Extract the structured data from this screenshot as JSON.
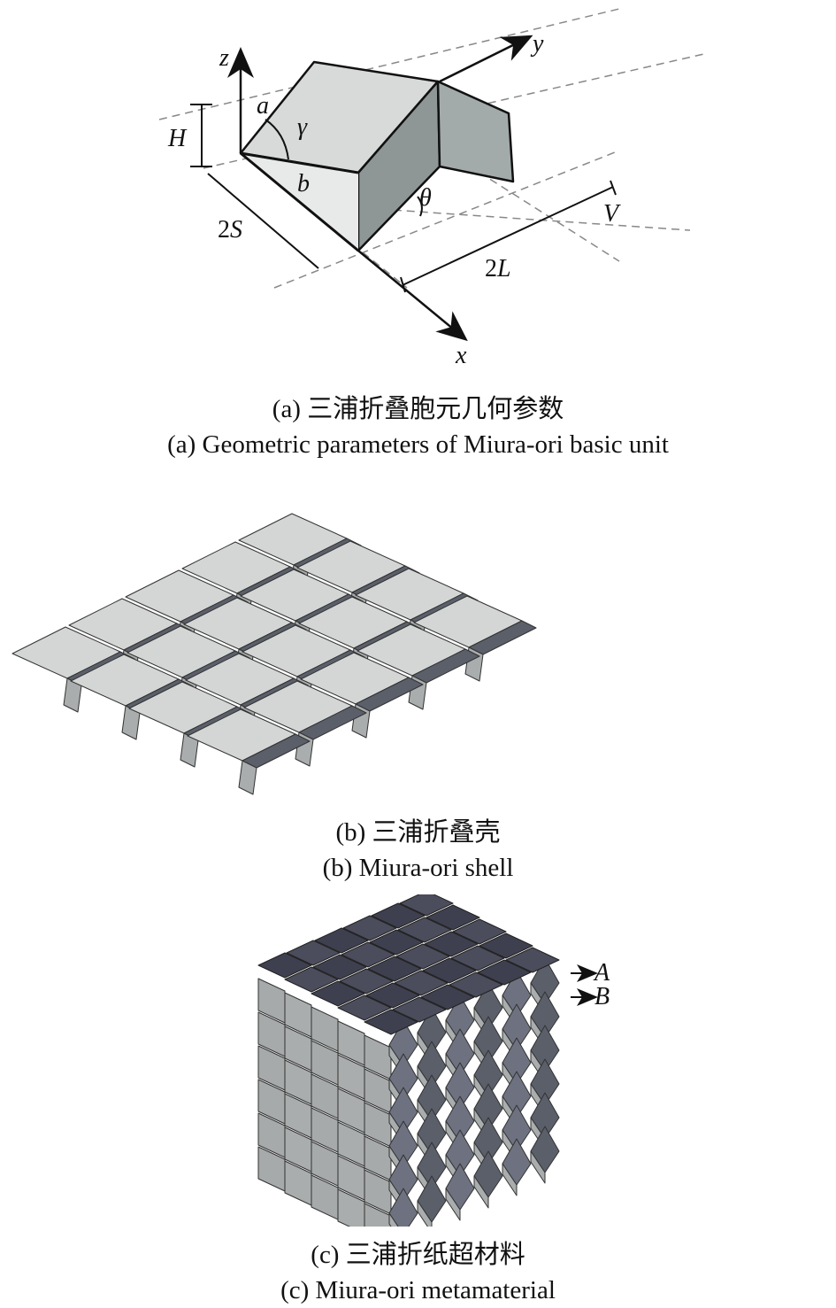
{
  "panel_a": {
    "labels": {
      "z": "z",
      "y": "y",
      "x": "x",
      "a": "a",
      "b": "b",
      "gamma": "γ",
      "theta": "θ",
      "H": "H",
      "S_prefix": "2",
      "S": "S",
      "L_prefix": "2",
      "L": "L",
      "V": "V"
    },
    "caption_zh": "(a) 三浦折叠胞元几何参数",
    "caption_en": "(a) Geometric parameters of Miura-ori basic unit"
  },
  "panel_b": {
    "caption_zh": "(b) 三浦折叠壳",
    "caption_en": "(b) Miura-ori shell",
    "rows": 5,
    "cols": 4
  },
  "panel_c": {
    "labels": {
      "A": "A",
      "B": "B"
    },
    "caption_zh": "(c) 三浦折纸超材料",
    "caption_en": "(c) Miura-ori metamaterial",
    "top_rows": 5,
    "top_cols": 5,
    "side_layers": 6
  },
  "colors": {
    "face_light": "#d4d6d6",
    "face_mid": "#a9adad",
    "face_dark": "#5b5f6a",
    "top_dark": "#4b4d5c",
    "line": "#111111"
  }
}
